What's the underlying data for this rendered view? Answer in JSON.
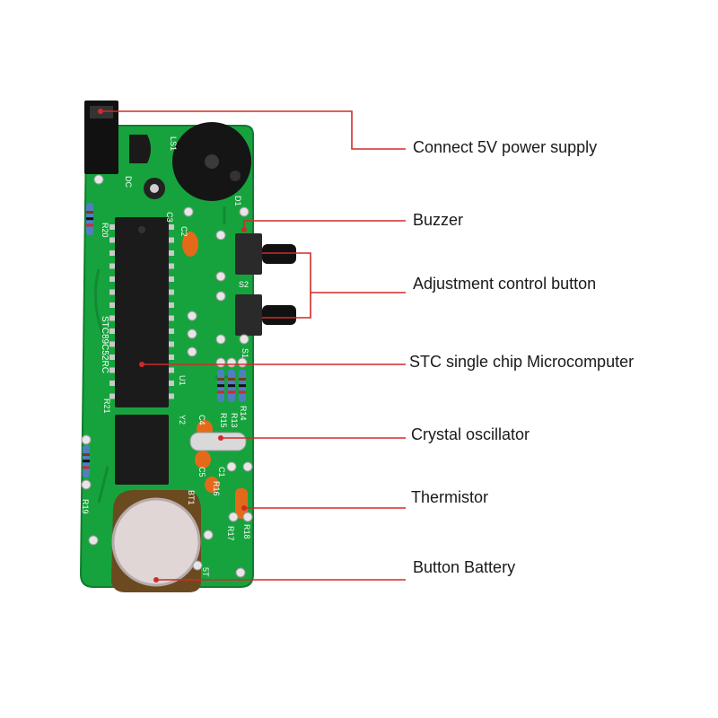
{
  "board": {
    "silkscreen": [
      "LS1",
      "DC",
      "C3",
      "C2",
      "R20",
      "D1",
      "S2",
      "S1",
      "R19",
      "R21",
      "R14",
      "R13",
      "R15",
      "R16",
      "R17",
      "R18",
      "C4",
      "C5",
      "C1",
      "Y2",
      "BT1",
      "U1",
      "5T"
    ],
    "chip_marking": "STC89C52RC",
    "colors": {
      "pcb": "#16a33d",
      "pcb_edge": "#0f7d2c",
      "chip": "#1b1b1b",
      "callout_line": "#d22a2a"
    }
  },
  "callouts": [
    {
      "id": "power",
      "label": "Connect 5V power supply"
    },
    {
      "id": "buzzer",
      "label": "Buzzer"
    },
    {
      "id": "buttons",
      "label": "Adjustment control button"
    },
    {
      "id": "mcu",
      "label": "STC single chip Microcomputer"
    },
    {
      "id": "crystal",
      "label": "Crystal oscillator"
    },
    {
      "id": "thermistor",
      "label": "Thermistor"
    },
    {
      "id": "battery",
      "label": "Button Battery"
    }
  ]
}
